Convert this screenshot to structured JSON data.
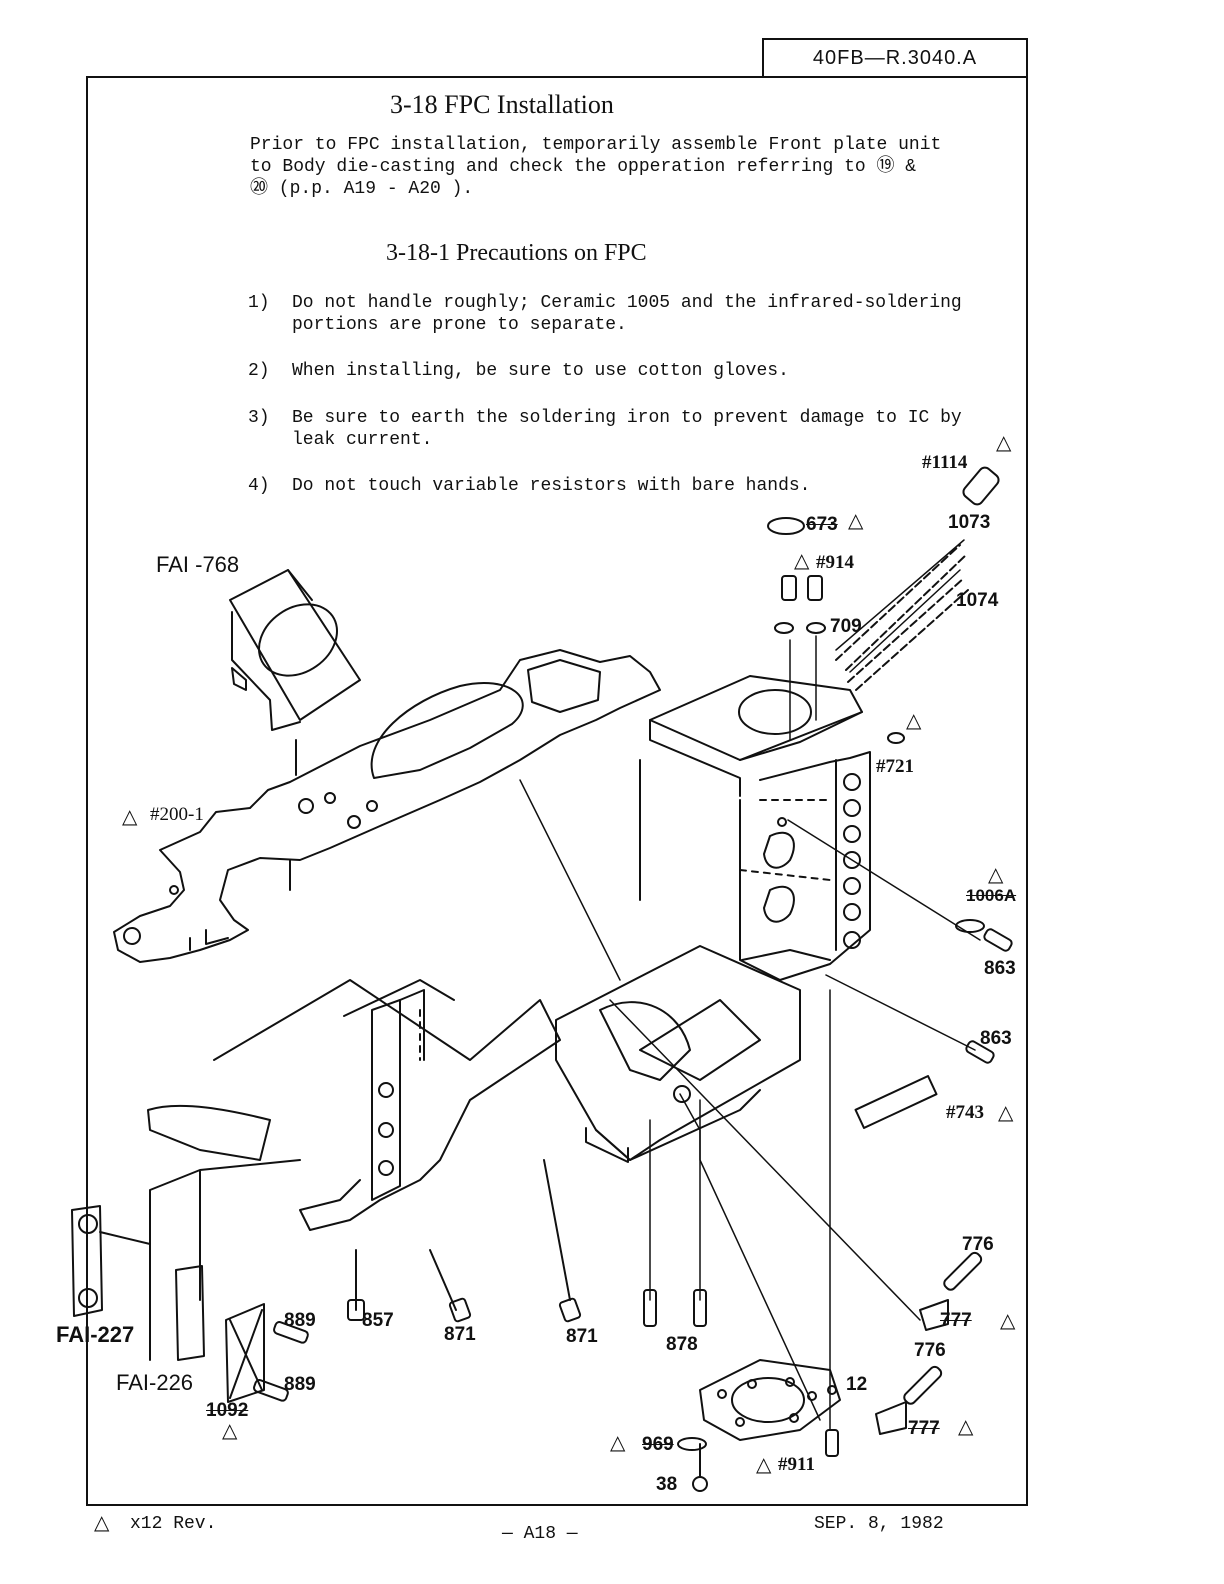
{
  "doc_id": "40FB—R.3040.A",
  "section_title": "3-18 FPC Installation",
  "intro_lines": [
    "Prior to FPC installation, temporarily assemble Front plate unit",
    "to Body die-casting and check the opperation referring to ⑲ &",
    "⑳ (p.p. A19    -  A20  )."
  ],
  "subsection_title": "3-18-1 Precautions on FPC",
  "precautions": [
    {
      "num": "1)",
      "lines": [
        "Do not handle roughly;   Ceramic 1005 and the infrared-soldering",
        "portions are prone to separate."
      ]
    },
    {
      "num": "2)",
      "lines": [
        "When installing, be sure to use cotton gloves."
      ]
    },
    {
      "num": "3)",
      "lines": [
        "Be sure to earth the soldering iron to prevent damage to IC by",
        "leak current."
      ]
    },
    {
      "num": "4)",
      "lines": [
        "Do not touch variable resistors with bare hands."
      ]
    }
  ],
  "parts": {
    "fai768": "FAI -768",
    "p1114": "#1114",
    "p673": "673",
    "p1073": "1073",
    "p914": "#914",
    "p1074": "1074",
    "p709": "709",
    "p721": "#721",
    "p200": "#200-1",
    "p1006a": "1006A",
    "p863a": "863",
    "p863b": "863",
    "p743": "#743",
    "p776a": "776",
    "p777a": "777",
    "p776b": "776",
    "p777b": "777",
    "p12": "12",
    "fai227": "FAI-227",
    "fai226": "FAI-226",
    "p889a": "889",
    "p889b": "889",
    "p1092": "1092",
    "p857": "857",
    "p871a": "871",
    "p871b": "871",
    "p878": "878",
    "p969": "969",
    "p911": "#911",
    "p38": "38"
  },
  "revision_mark": "△",
  "footer": {
    "rev": "x12 Rev.",
    "page": "— A18 —",
    "date": "SEP. 8, 1982"
  }
}
